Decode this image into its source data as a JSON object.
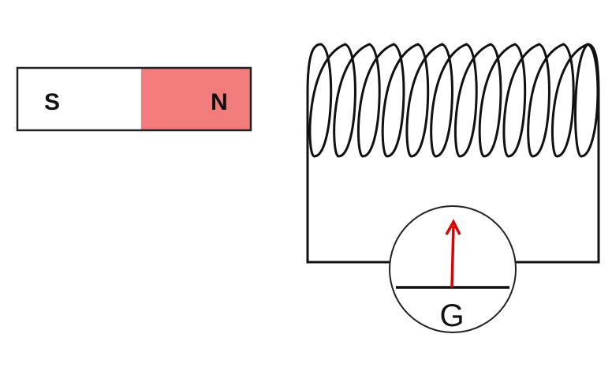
{
  "magnet": {
    "south_label": "S",
    "north_label": "N",
    "south_color": "#ffffff",
    "north_color": "#f27b7b",
    "outline_color": "#222222"
  },
  "coil": {
    "turns": 12,
    "wire_color": "#111111"
  },
  "galvanometer": {
    "label": "G",
    "needle_color": "#e00000",
    "outline_color": "#222222"
  }
}
